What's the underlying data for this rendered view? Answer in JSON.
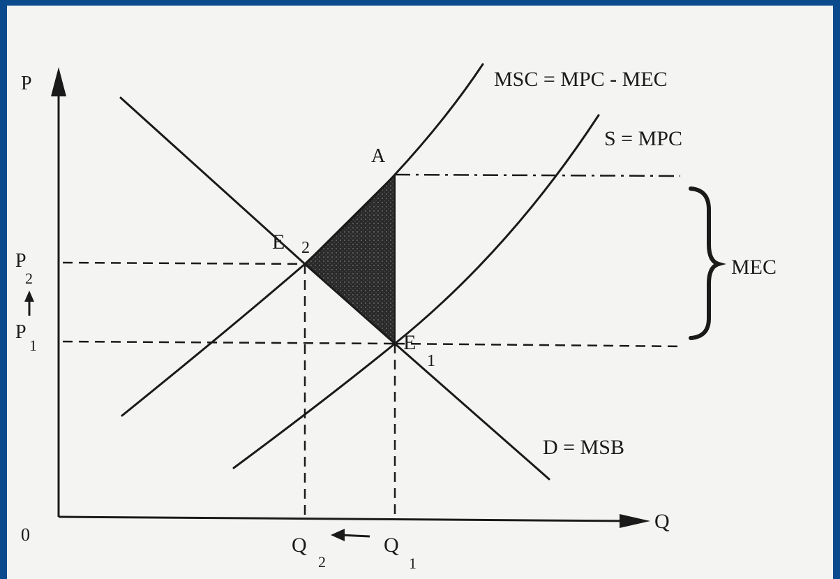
{
  "colors": {
    "frame": "#0b4a8c",
    "background": "#f4f4f2",
    "ink": "#1a1a1a",
    "shade": "#333333"
  },
  "axes": {
    "y_label": "P",
    "x_label": "Q",
    "origin": "0"
  },
  "curves": {
    "msc_label": "MSC = MPC - MEC",
    "supply_label": "S = MPC",
    "demand_label": "D = MSB"
  },
  "points": {
    "a_label": "A",
    "e2_main": "E",
    "e2_sub": "2",
    "e1_main": "E",
    "e1_sub": "1"
  },
  "price_ticks": {
    "p2_main": "P",
    "p2_sub": "2",
    "p1_main": "P",
    "p1_sub": "1"
  },
  "quantity_ticks": {
    "q2_main": "Q",
    "q2_sub": "2",
    "q1_main": "Q",
    "q1_sub": "1"
  },
  "brace_label": "MEC"
}
